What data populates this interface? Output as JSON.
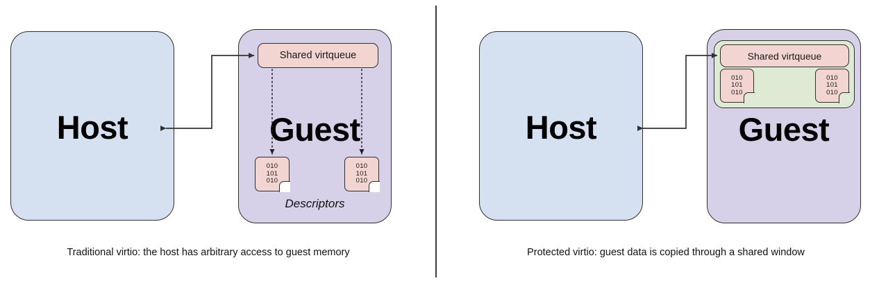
{
  "figure": {
    "title": "",
    "panels": [
      {
        "id": "traditional",
        "caption": "Traditional virtio: the host has arbitrary access to guest memory",
        "host": {
          "label": "Host",
          "fill": "#d5e0f0",
          "stroke": "#2f2f2f"
        },
        "guest": {
          "label": "Guest",
          "fill": "#d6d0e8",
          "stroke": "#2f2f2f"
        },
        "virtqueue": {
          "label": "Shared virtqueue",
          "fill": "#f2d5d0",
          "stroke": "#2f2f2f"
        },
        "descriptors_label": "Descriptors",
        "descriptors": [
          {
            "lines": [
              "010",
              "101",
              "010"
            ],
            "fill": "#f2d5d0",
            "stroke": "#2f2f2f"
          },
          {
            "lines": [
              "010",
              "101",
              "010"
            ],
            "fill": "#f2d5d0",
            "stroke": "#2f2f2f"
          }
        ],
        "shared_window": null,
        "connector": {
          "kind": "double-headed-elbow",
          "from": "host",
          "to": "virtqueue",
          "stroke": "#333333"
        },
        "descriptor_links": {
          "style": "dotted",
          "direction": "virtqueue-to-descriptor",
          "stroke": "#222222"
        }
      },
      {
        "id": "protected",
        "caption": "Protected virtio: guest data is copied through a shared window",
        "host": {
          "label": "Host",
          "fill": "#d5e0f0",
          "stroke": "#2f2f2f"
        },
        "guest": {
          "label": "Guest",
          "fill": "#d6d0e8",
          "stroke": "#2f2f2f"
        },
        "virtqueue": {
          "label": "Shared virtqueue",
          "fill": "#f2d5d0",
          "stroke": "#2f2f2f"
        },
        "descriptors_label": "",
        "descriptors": [
          {
            "lines": [
              "010",
              "101",
              "010"
            ],
            "fill": "#f2d5d0",
            "stroke": "#2f2f2f"
          },
          {
            "lines": [
              "010",
              "101",
              "010"
            ],
            "fill": "#f2d5d0",
            "stroke": "#2f2f2f"
          }
        ],
        "shared_window": {
          "label": "",
          "fill": "#dfead4",
          "stroke": "#2f2f2f"
        },
        "connector": {
          "kind": "double-headed-elbow",
          "from": "host",
          "to": "virtqueue",
          "stroke": "#333333"
        },
        "descriptor_links": null
      }
    ],
    "divider": {
      "color": "#3b3b3b"
    },
    "background": "#ffffff"
  }
}
